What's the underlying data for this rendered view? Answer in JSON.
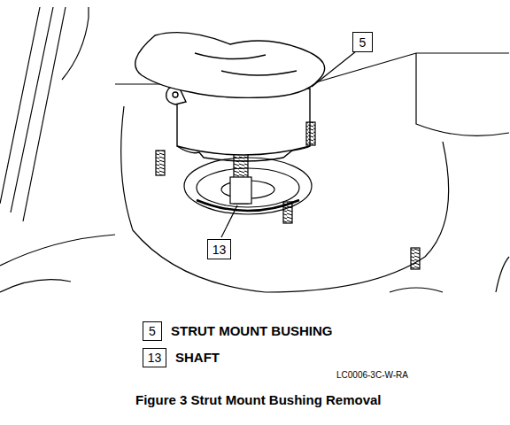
{
  "diagram": {
    "caption": "Figure 3 Strut Mount Bushing Removal",
    "nodes": [
      {
        "text": [
          "5"
        ]
      },
      {
        "text": [
          "13"
        ]
      },
      {
        "text": [
          "5"
        ]
      },
      {
        "text": [
          "13"
        ]
      }
    ],
    "labels": [
      "STRUT MOUNT BUSHING",
      "SHAFT",
      "LC0006-3C-W-RA"
    ]
  }
}
